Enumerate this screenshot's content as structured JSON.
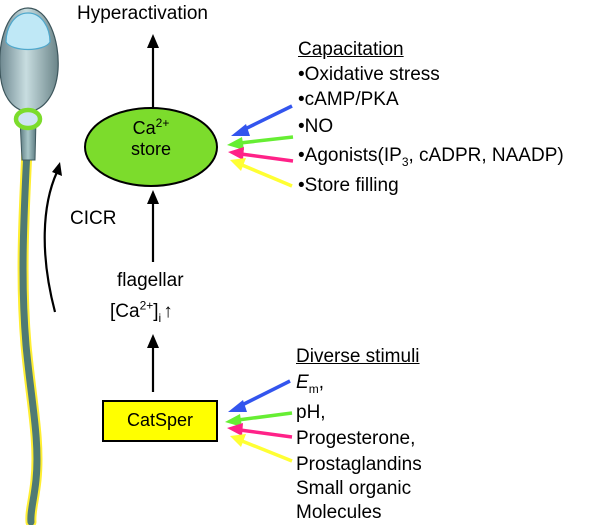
{
  "title": "Hyperactivation",
  "ca_store": {
    "line1": "Ca",
    "sup": "2+",
    "line2": "store",
    "fill": "#7cdc2c"
  },
  "cicr_label": "CICR",
  "flagellar": {
    "line1": "flagellar",
    "open": "[Ca",
    "sup": "2+",
    "close": "]",
    "sub": "i",
    "arrow": "↑"
  },
  "catsper": {
    "label": "CatSper",
    "fill": "#ffff00"
  },
  "capacitation": {
    "header": "Capacitation",
    "items": [
      {
        "bullet": "•",
        "text": "Oxidative stress"
      },
      {
        "bullet": "•",
        "text": "cAMP/PKA"
      },
      {
        "bullet": "•",
        "text": "NO"
      },
      {
        "bullet": "•",
        "pre": "Agonists(IP",
        "sub": "3",
        "post": ", cADPR, NAADP)"
      },
      {
        "bullet": "•",
        "text": "Store filling"
      }
    ]
  },
  "diverse": {
    "header": "Diverse stimuli",
    "em_main": "E",
    "em_sub": "m",
    "em_tail": ",",
    "items": [
      "pH,",
      "Progesterone,",
      "Prostaglandins",
      "Small organic",
      "Molecules"
    ]
  },
  "arrow_colors": {
    "blue": "#3355ee",
    "green": "#66ee33",
    "pink": "#ff2288",
    "yellow": "#ffff33"
  }
}
